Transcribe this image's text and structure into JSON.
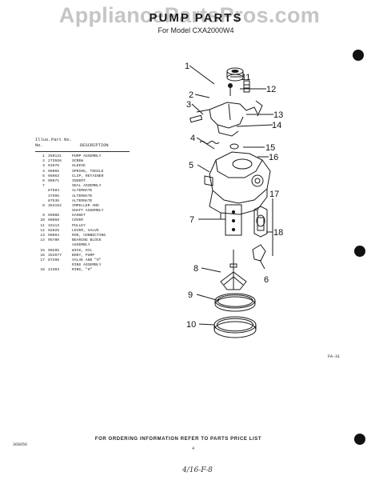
{
  "watermark": "AppliancePartsPros.com",
  "header": {
    "title": "PUMP PARTS",
    "subtitle": "For Model CXA2000W4"
  },
  "parts_table": {
    "header_key": "Illus. No.",
    "header_part": "Part No.",
    "header_desc": "DESCRIPTION",
    "rows": [
      {
        "key": "1",
        "part": "359131",
        "desc": "PUMP ASSEMBLY"
      },
      {
        "key": "2",
        "part": "273556",
        "desc": "SCREW"
      },
      {
        "key": "3",
        "part": "91075",
        "desc": "SLEEVE"
      },
      {
        "key": "4",
        "part": "96065",
        "desc": "SPRING, TOGGLE"
      },
      {
        "key": "5",
        "part": "96063",
        "desc": "CLIP, RETAINER"
      },
      {
        "key": "6",
        "part": "96071",
        "desc": "INSERT"
      },
      {
        "key": "7",
        "part": "",
        "desc": "SEAL ASSEMBLY"
      },
      {
        "key": "",
        "part": "87594",
        "desc": "ALTERNATE"
      },
      {
        "key": "",
        "part": "37595",
        "desc": "ALTERNATE"
      },
      {
        "key": "",
        "part": "87536",
        "desc": "ALTERNATE"
      },
      {
        "key": "8",
        "part": "363152",
        "desc": "IMPELLER AND"
      },
      {
        "key": "",
        "part": "",
        "desc": "SHAFT ASSEMBLY"
      },
      {
        "key": "9",
        "part": "96086",
        "desc": "GASKET"
      },
      {
        "key": "10",
        "part": "96058",
        "desc": "COVER"
      },
      {
        "key": "11",
        "part": "16113",
        "desc": "PULLEY"
      },
      {
        "key": "12",
        "part": "92825",
        "desc": "LEVER, VALVE"
      },
      {
        "key": "13",
        "part": "96084",
        "desc": "ROD, CONNECTING"
      },
      {
        "key": "14",
        "part": "95780",
        "desc": "BEARING BLOCK"
      },
      {
        "key": "",
        "part": "",
        "desc": "ASSEMBLY"
      },
      {
        "key": "15",
        "part": "90285",
        "desc": "WICK, OIL"
      },
      {
        "key": "16",
        "part": "352977",
        "desc": "BODY, PUMP"
      },
      {
        "key": "17",
        "part": "87288",
        "desc": "VALVE AND \"O\""
      },
      {
        "key": "",
        "part": "",
        "desc": "RING ASSEMBLY"
      },
      {
        "key": "18",
        "part": "21383",
        "desc": "RING, \"O\""
      }
    ]
  },
  "diagram": {
    "callouts": [
      "1",
      "2",
      "3",
      "4",
      "5",
      "6",
      "7",
      "8",
      "9",
      "10",
      "11",
      "12",
      "13",
      "14",
      "15",
      "16",
      "17",
      "18"
    ],
    "figure_code": "FA-31"
  },
  "footer": {
    "ordering_note": "FOR ORDERING INFORMATION REFER TO PARTS PRICE LIST",
    "page_number": "4",
    "doc_code": "368656",
    "handwritten_note": "4/16-F-8"
  }
}
